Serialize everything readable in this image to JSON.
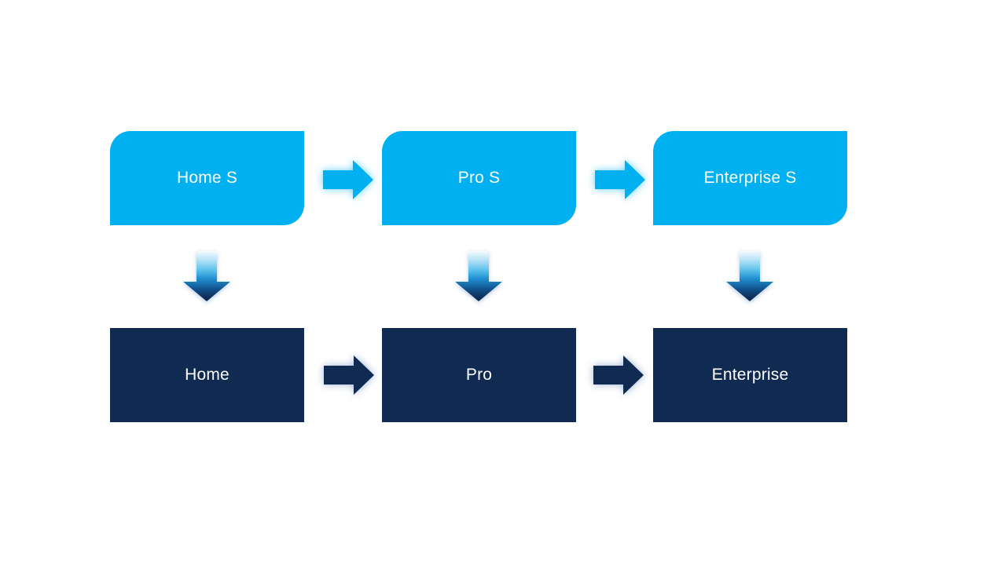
{
  "colors": {
    "canvas_bg": "#FFFFFF",
    "light_blue": "#00B0F0",
    "dark_navy": "#102A52",
    "label_text": "#FFFFFF",
    "down_arrow_top": "#F4FBFE",
    "down_arrow_bottom": "#0D2B52"
  },
  "flow": {
    "top_row": {
      "items": [
        "Home S",
        "Pro S",
        "Enterprise S"
      ]
    },
    "bottom_row": {
      "items": [
        "Home",
        "Pro",
        "Enterprise"
      ]
    },
    "icons": {
      "right_arrow": "right-arrow (block arrow, glowing)",
      "down_arrow": "down-arrow (block arrow, light-to-dark gradient)"
    }
  }
}
